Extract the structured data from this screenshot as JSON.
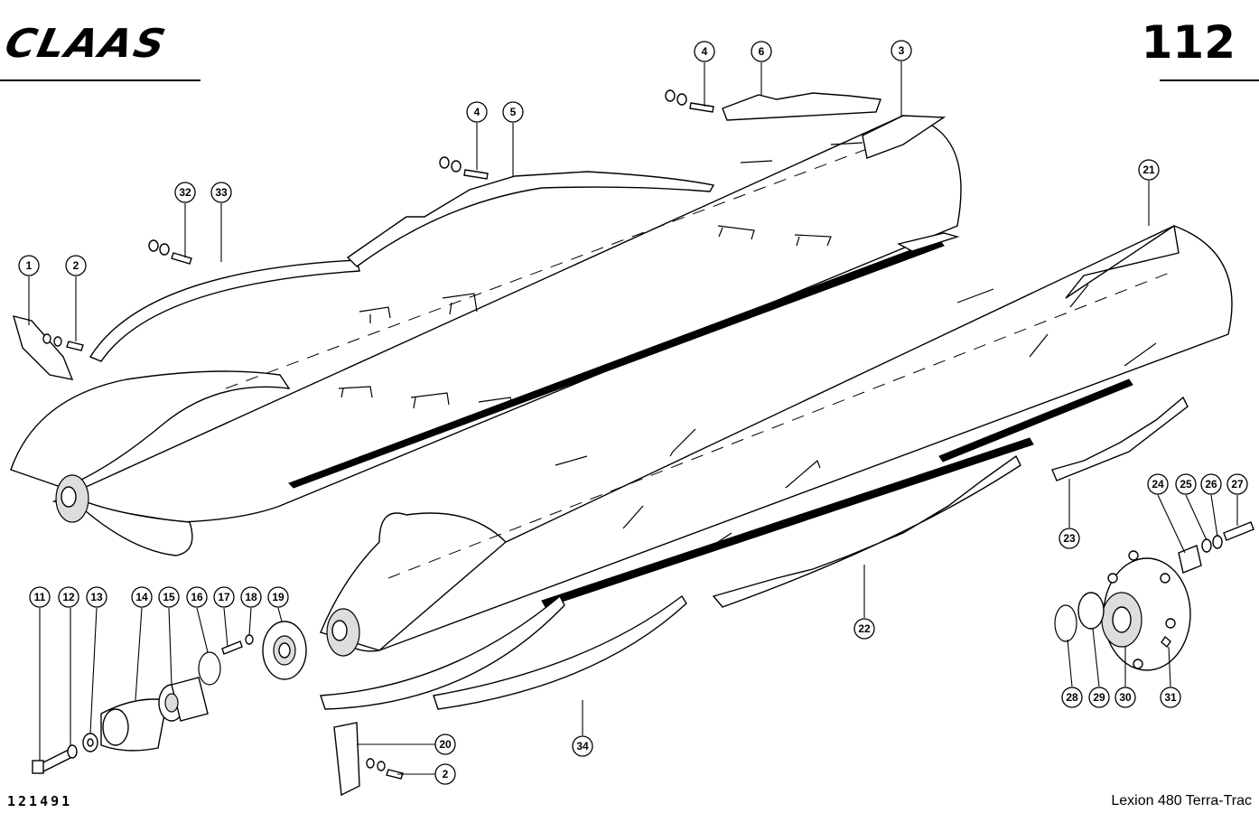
{
  "header": {
    "brand": "CLAAS",
    "page_number": "112"
  },
  "footer": {
    "document_number": "121491",
    "model": "Lexion 480 Terra-Trac"
  },
  "callouts": [
    "1",
    "2",
    "2",
    "3",
    "4",
    "4",
    "5",
    "6",
    "11",
    "12",
    "13",
    "14",
    "15",
    "16",
    "17",
    "18",
    "19",
    "20",
    "21",
    "22",
    "23",
    "24",
    "25",
    "26",
    "27",
    "28",
    "29",
    "30",
    "31",
    "32",
    "33",
    "34"
  ],
  "colors": {
    "ink": "#000000",
    "paper": "#ffffff"
  }
}
